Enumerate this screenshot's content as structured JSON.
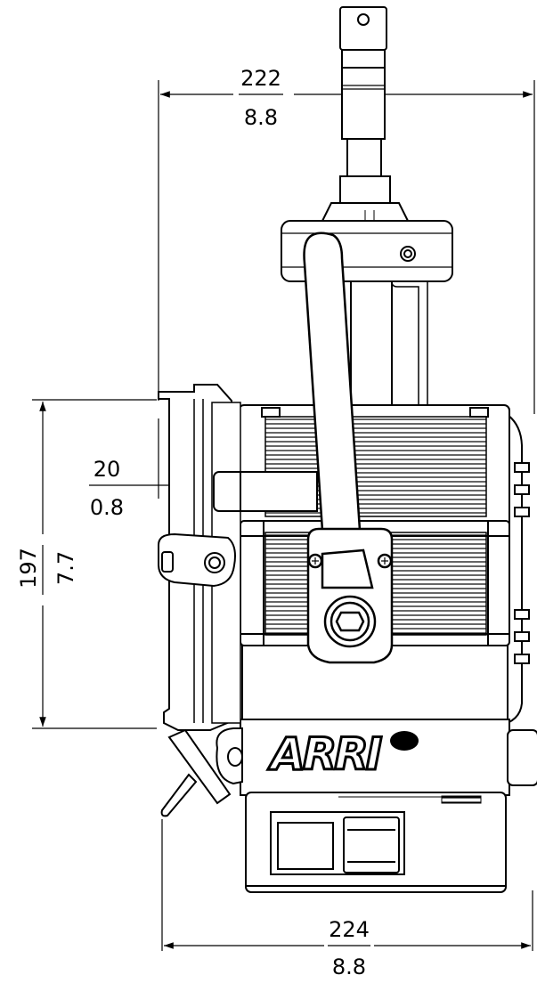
{
  "dimensions": {
    "top_width": {
      "mm": "222",
      "inch": "8.8"
    },
    "bottom_width": {
      "mm": "224",
      "inch": "8.8"
    },
    "height": {
      "mm": "197",
      "inch": "7.7"
    },
    "offset": {
      "mm": "20",
      "inch": "0.8"
    }
  },
  "brand": {
    "logo_text": "ARRI"
  }
}
